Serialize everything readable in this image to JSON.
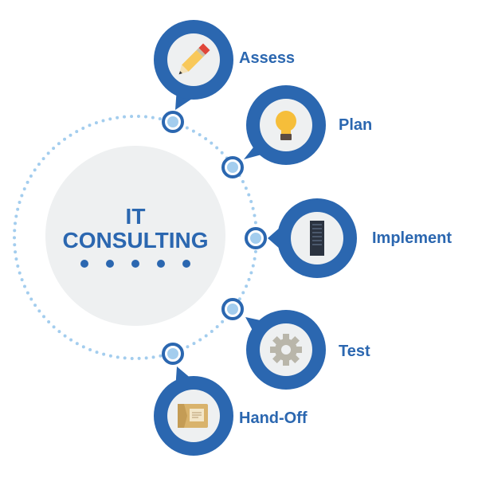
{
  "center": {
    "line1": "IT",
    "line2": "CONSULTING"
  },
  "steps": [
    {
      "label": "Assess",
      "icon": "pencil-icon"
    },
    {
      "label": "Plan",
      "icon": "lightbulb-icon"
    },
    {
      "label": "Implement",
      "icon": "server-icon"
    },
    {
      "label": "Test",
      "icon": "gear-icon"
    },
    {
      "label": "Hand-Off",
      "icon": "envelope-icon"
    }
  ],
  "colors": {
    "primary": "#2b67b0",
    "light_blue": "#a3cdee",
    "circle_bg": "#eef0f1"
  }
}
